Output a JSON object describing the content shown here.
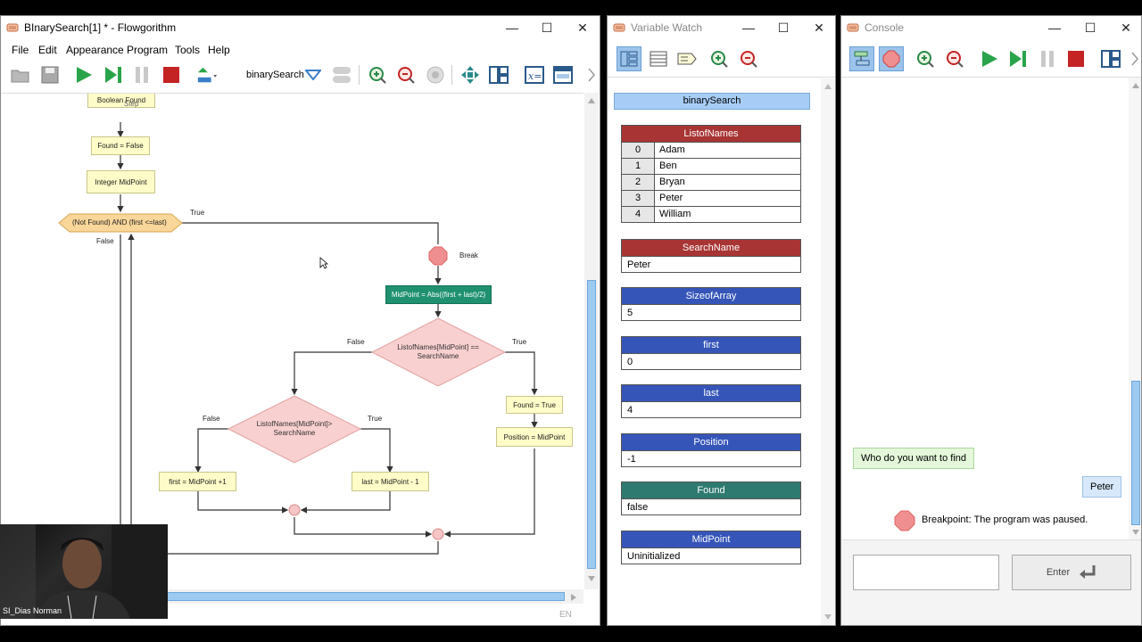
{
  "flowgorithm": {
    "title": "BInarySearch[1] * - Flowgorithm",
    "menu": [
      "File",
      "Edit",
      "Appearance",
      "Program",
      "Tools",
      "Help"
    ],
    "function_select": "binarySearch",
    "status_lang": "EN",
    "flowchart": {
      "top_partial": "Boolean Found",
      "step_tooltip": "Step",
      "found_false": "Found = False",
      "integer_midpoint": "Integer MidPoint",
      "while_cond": "(Not Found) AND (first <=last)",
      "while_true": "True",
      "while_false": "False",
      "break_label": "Break",
      "midpoint_assign": "MidPoint = Abs((first + last)/2)",
      "if1_line1": "ListofNames[MidPoint] ==",
      "if1_line2": "SearchName",
      "if1_false": "False",
      "if1_true": "True",
      "found_true": "Found = True",
      "position_assign": "Position = MidPoint",
      "if2_line1": "ListofNames[MidPoint]>",
      "if2_line2": "SearchName",
      "if2_false": "False",
      "if2_true": "True",
      "first_assign": "first = MidPoint +1",
      "last_assign": "last = MidPoint - 1"
    }
  },
  "webcam": {
    "name": "SI_Dias Norman"
  },
  "variable_watch": {
    "title": "Variable Watch",
    "function_name": "binarySearch",
    "array_var": {
      "name": "ListofNames",
      "rows": [
        {
          "index": "0",
          "value": "Adam"
        },
        {
          "index": "1",
          "value": "Ben"
        },
        {
          "index": "2",
          "value": "Bryan"
        },
        {
          "index": "3",
          "value": "Peter"
        },
        {
          "index": "4",
          "value": "William"
        }
      ]
    },
    "vars": [
      {
        "name": "SearchName",
        "value": "Peter",
        "color": "#a83434"
      },
      {
        "name": "SizeofArray",
        "value": "5",
        "color": "#3655b8"
      },
      {
        "name": "first",
        "value": "0",
        "color": "#3655b8"
      },
      {
        "name": "last",
        "value": "4",
        "color": "#3655b8"
      },
      {
        "name": "Position",
        "value": "-1",
        "color": "#3655b8"
      },
      {
        "name": "Found",
        "value": "false",
        "color": "#2f7a70"
      },
      {
        "name": "MidPoint",
        "value": "Uninitialized",
        "color": "#3655b8"
      }
    ]
  },
  "console": {
    "title": "Console",
    "prompt": "Who do you want to find",
    "user_input": "Peter",
    "breakpoint_msg": "Breakpoint: The program was paused.",
    "input_value": "",
    "enter_label": "Enter"
  },
  "colors": {
    "string_var": "#a83434",
    "int_var": "#3655b8",
    "bool_var": "#2f7a70",
    "assign_green": "#1f9170",
    "breakpoint": "#f08f8f"
  }
}
